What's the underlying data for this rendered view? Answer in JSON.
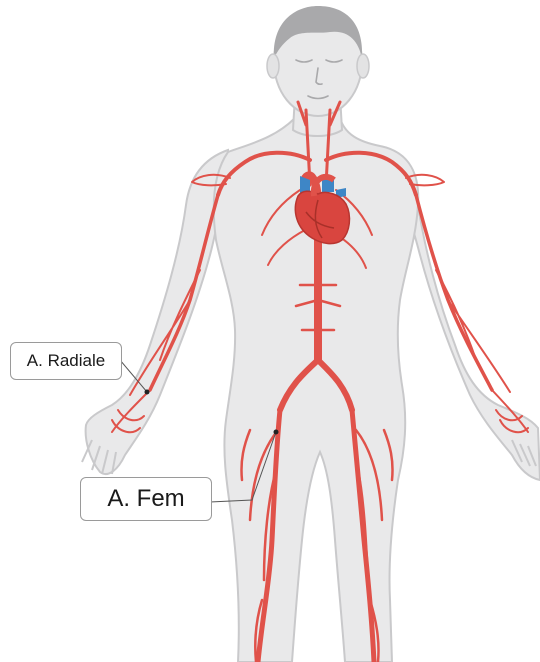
{
  "labels": {
    "radiale": "A. Radiale",
    "fem": "A. Fem"
  },
  "colors": {
    "skin": "#e9e9ea",
    "skin_outline": "#c9c9cb",
    "hair": "#a9a9ab",
    "artery": "#e0524a",
    "artery_dark": "#c93d36",
    "heart": "#d9453f",
    "vessels_blue": "#3e86c6",
    "leader_line": "#555555"
  },
  "icons": [
    "human-body-figure",
    "heart-icon"
  ]
}
